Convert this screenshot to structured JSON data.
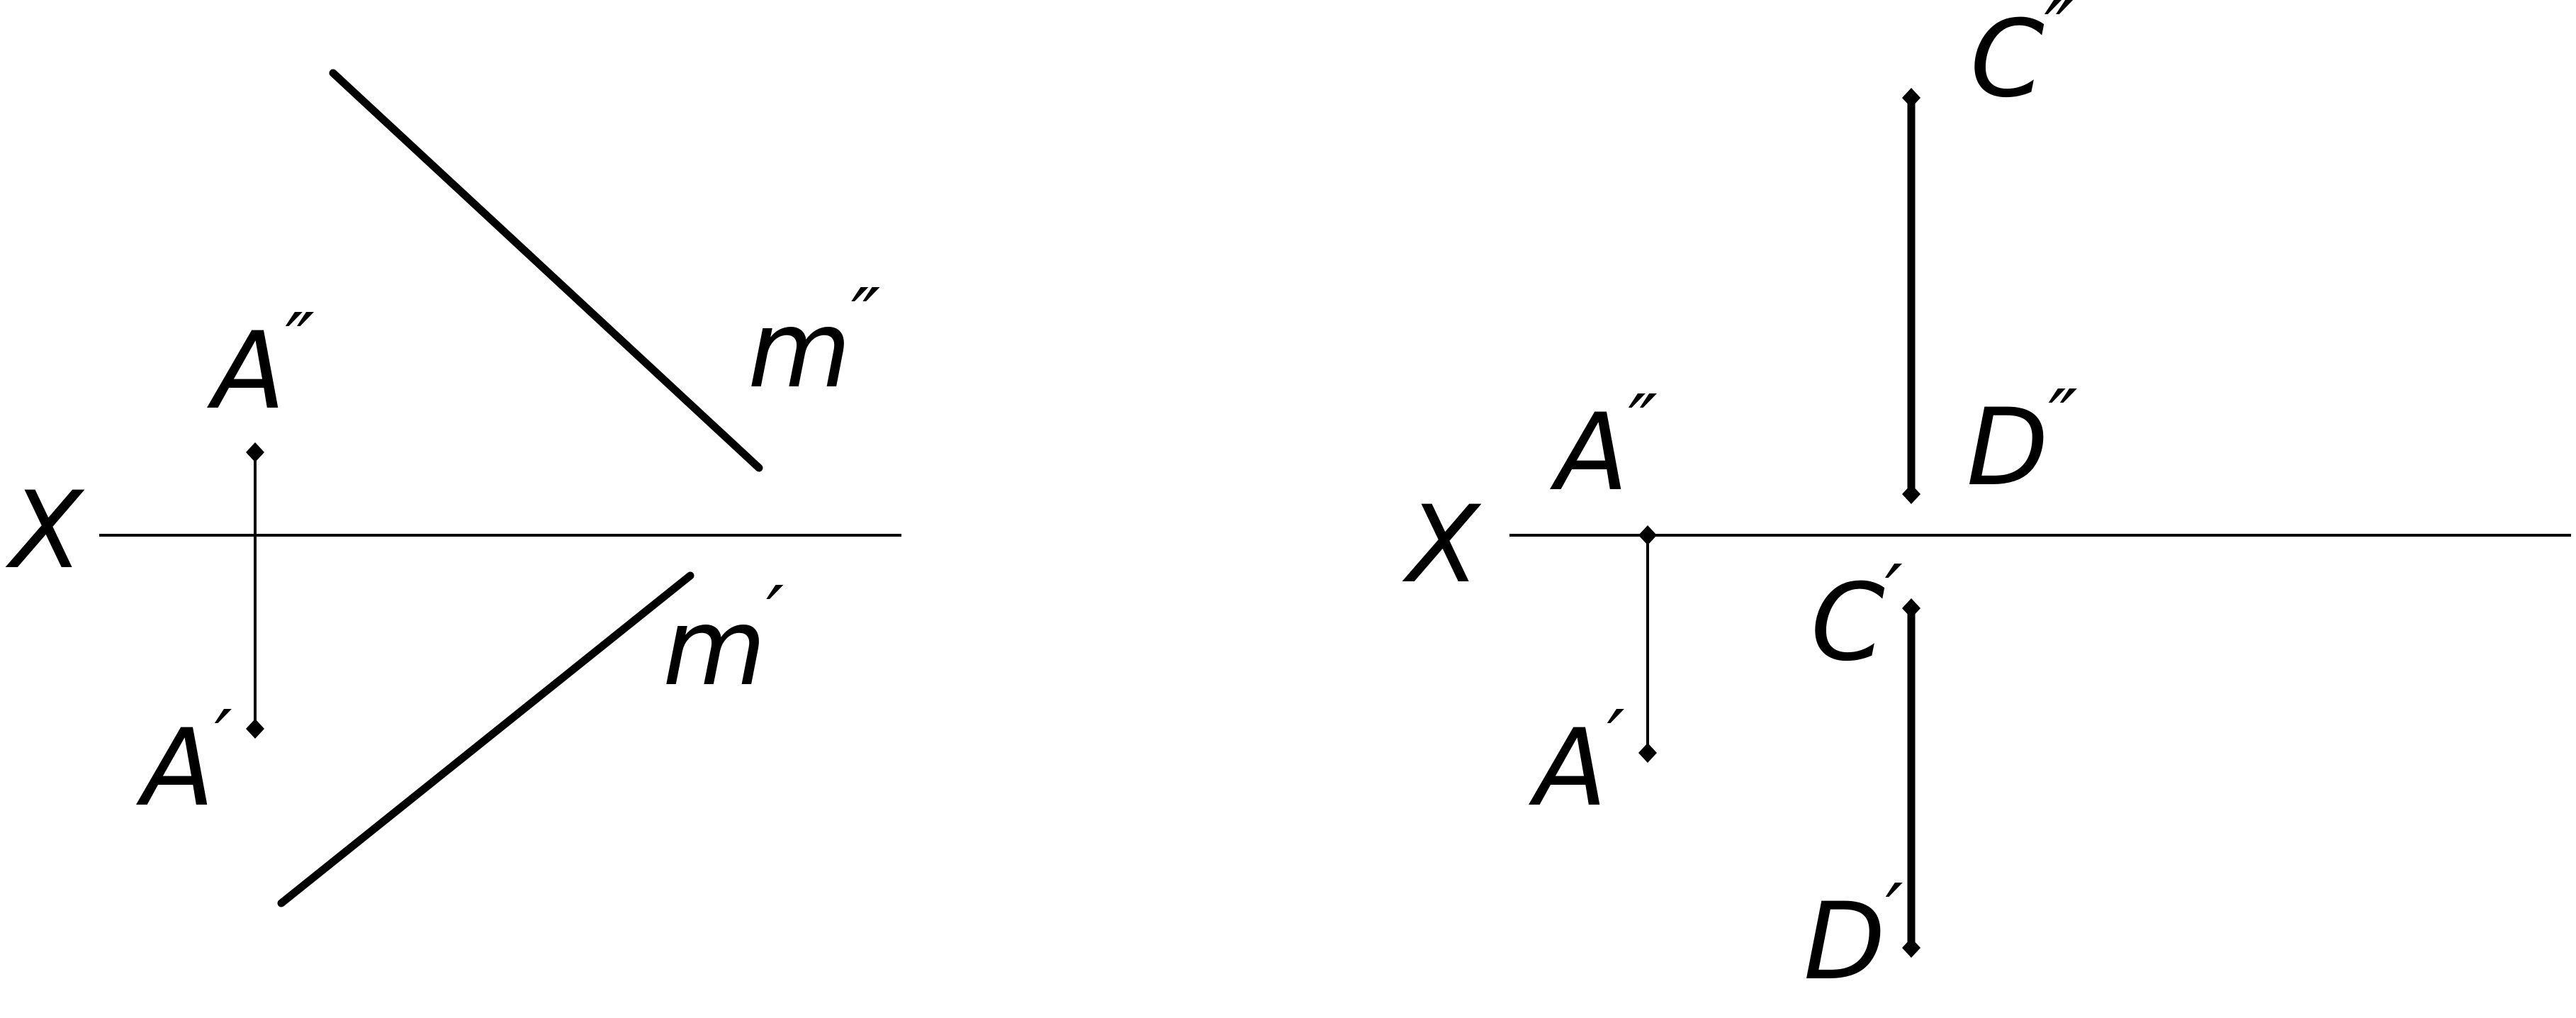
{
  "colors": {
    "ink": "#000000",
    "paper": "#ffffff"
  },
  "left_diagram": {
    "axis_label": "X",
    "point_a_front": {
      "letter": "A",
      "prime": "″"
    },
    "point_a_top": {
      "letter": "A",
      "prime": "′"
    },
    "line_m_front": {
      "letter": "m",
      "prime": "″"
    },
    "line_m_top": {
      "letter": "m",
      "prime": "′"
    }
  },
  "right_diagram": {
    "axis_label": "X",
    "point_a_front": {
      "letter": "A",
      "prime": "″"
    },
    "point_a_top": {
      "letter": "A",
      "prime": "′"
    },
    "point_c_front": {
      "letter": "C",
      "prime": "″"
    },
    "point_c_top": {
      "letter": "C",
      "prime": "′"
    },
    "point_d_front": {
      "letter": "D",
      "prime": "″"
    },
    "point_d_top": {
      "letter": "D",
      "prime": "′"
    }
  }
}
